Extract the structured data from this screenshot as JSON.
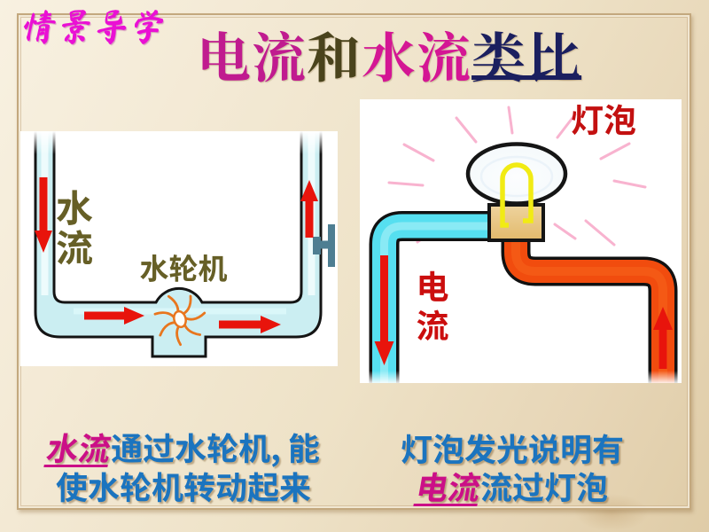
{
  "slide_tag": "情景导学",
  "title": {
    "segment_current": "电流",
    "segment_and": "和",
    "segment_water": "水流",
    "segment_analogy": "类比"
  },
  "water_diagram": {
    "flow_label": "水流",
    "turbine_label": "水轮机"
  },
  "circuit_diagram": {
    "bulb_label": "灯泡",
    "current_label": "电流"
  },
  "caption_left": {
    "highlight": "水流",
    "line1_rest": "通过水轮机, 能",
    "line2": "使水轮机转动起来"
  },
  "caption_right": {
    "line1": "灯泡发光说明有",
    "highlight": "电流",
    "line2_rest": "流过灯泡"
  },
  "colors": {
    "background_parchment": "#f2e7d1",
    "frame_line": "#c3a87e",
    "tag_magenta": "#ea10d4",
    "title_current": "#c01b8f",
    "title_and": "#4a431c",
    "title_water": "#d41694",
    "title_analogy": "#1b1f5f",
    "caption_blue": "#1b74bf",
    "caption_magenta": "#cb0f87",
    "label_olive": "#665f26",
    "label_red": "#c31010",
    "water_pipe_fill": "#cbeef2",
    "electric_cyan": "#56dff0",
    "electric_orange": "#f14c0e",
    "arrow_red": "#e8140c",
    "bulb_base_tan": "#e2ba6c",
    "filament_yellow": "#f1eb14",
    "valve_steel_blue": "#4e7e92",
    "ray_pink": "#f8b3cf",
    "turbine_orange": "#e8761e"
  }
}
